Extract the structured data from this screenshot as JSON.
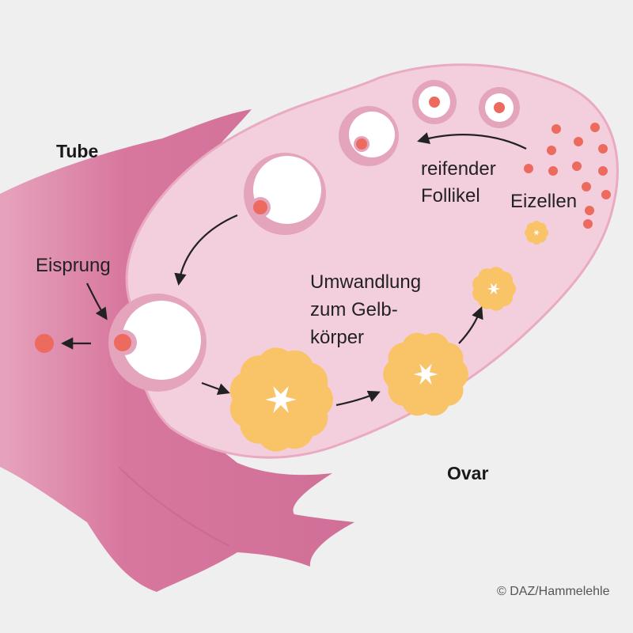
{
  "labels": {
    "tube": "Tube",
    "ovar": "Ovar",
    "eisprung": "Eisprung",
    "reifender_follikel_1": "reifender",
    "reifender_follikel_2": "Follikel",
    "eizellen": "Eizellen",
    "umwandlung_1": "Umwandlung",
    "umwandlung_2": "zum Gelb-",
    "umwandlung_3": "körper"
  },
  "credit": "© DAZ/Hammelehle",
  "colors": {
    "background": "#efefef",
    "tube": "#d8779e",
    "tube_light": "#e8a6bf",
    "ovary": "#f3cfdd",
    "ovary_outline": "#e9aac2",
    "follicle_ring": "#e3a4bc",
    "egg": "#ec6a5e",
    "corpus_luteum": "#f9c468",
    "corpus_luteum_center": "#ffffff",
    "arrow": "#222222"
  }
}
